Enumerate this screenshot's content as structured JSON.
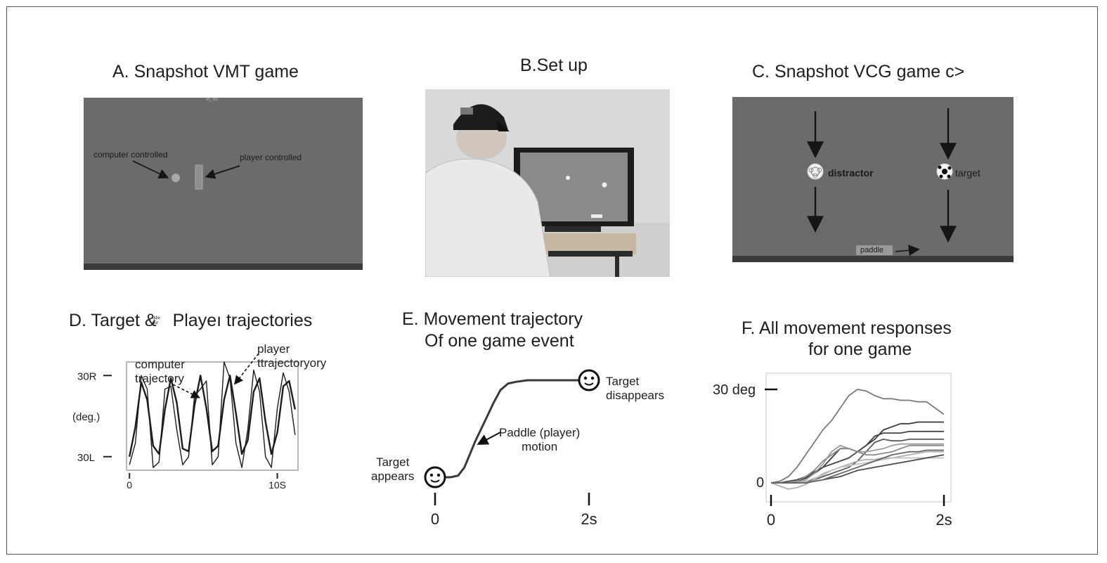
{
  "panels": {
    "a": {
      "title": "A. Snapshot VMT game",
      "tiny_label": "vt_os",
      "computer_label": "computer controlled",
      "player_label": "player controlled"
    },
    "b": {
      "title": "B.Set up"
    },
    "c": {
      "title": "C. Snapshot VCG game c>",
      "distractor_label": "distractor",
      "target_label": "target",
      "paddle_label": "paddle"
    },
    "d": {
      "title": "D. Target &",
      "title_overlay": "ddle\npor",
      "title_rest": "Playeı trajectories",
      "computer_traj_label": "computer\ntrajectory",
      "player_traj_label": "player\nttrajectoryory",
      "y_tick_top": "30R",
      "y_unit": "(deg.)",
      "y_tick_bottom": "30L",
      "x_tick_start": "0",
      "x_tick_end": "10S"
    },
    "e": {
      "title_line1": "E.  Movement trajectory",
      "title_line2": "Of one game event",
      "target_appears": "Target\nappears",
      "target_disappears": "Target\ndisappears",
      "paddle_motion": "Paddle (player)\nmotion",
      "x_tick_start": "0",
      "x_tick_end": "2s"
    },
    "f": {
      "title_line1": "F. All movement responses",
      "title_line2": "for one game",
      "y_tick_top": "30 deg",
      "y_tick_bottom": "0",
      "x_tick_start": "0",
      "x_tick_end": "2s"
    }
  },
  "colors": {
    "screen_gray": "#6b6b6b",
    "line_dark": "#2a2a2a",
    "frame": "#555555"
  },
  "chart_data": [
    {
      "type": "line",
      "panel": "D",
      "title": "D. Target & Playeı trajectories",
      "xlabel": "",
      "ylabel": "(deg.)",
      "xlim": [
        -0.2,
        11.4
      ],
      "ylim": [
        -40,
        40
      ],
      "x_ticks": [
        "0",
        "10S"
      ],
      "y_ticks": [
        "30R",
        "30L"
      ],
      "series": [
        {
          "name": "computer trajectory",
          "x": [
            0,
            0.4,
            0.8,
            1.2,
            1.6,
            2.0,
            2.4,
            2.8,
            3.2,
            3.6,
            4.0,
            4.4,
            4.8,
            5.2,
            5.6,
            6.0,
            6.4,
            6.8,
            7.2,
            7.6,
            8.0,
            8.4,
            8.8,
            9.2,
            9.6,
            10.0,
            10.4,
            10.8,
            11.2
          ],
          "values": [
            -30,
            -8,
            25,
            12,
            -22,
            -28,
            5,
            28,
            10,
            -24,
            -26,
            8,
            30,
            6,
            -26,
            -22,
            12,
            30,
            2,
            -28,
            -18,
            18,
            28,
            -4,
            -28,
            -12,
            22,
            26,
            5
          ]
        },
        {
          "name": "player trajectory",
          "x": [
            0,
            0.4,
            0.8,
            1.2,
            1.6,
            2.0,
            2.4,
            2.8,
            3.2,
            3.6,
            4.0,
            4.4,
            4.8,
            5.2,
            5.6,
            6.0,
            6.4,
            6.8,
            7.2,
            7.6,
            8.0,
            8.4,
            8.8,
            9.2,
            9.6,
            10.0,
            10.4,
            10.8,
            11.2
          ],
          "values": [
            -36,
            -20,
            30,
            20,
            -38,
            -34,
            20,
            22,
            -10,
            -36,
            -30,
            15,
            20,
            26,
            -36,
            -30,
            40,
            28,
            -20,
            -38,
            -10,
            34,
            18,
            -30,
            -38,
            6,
            32,
            18,
            -14
          ]
        }
      ]
    },
    {
      "type": "line",
      "panel": "E",
      "title": "E. Movement trajectory Of one game event",
      "xlabel": "",
      "ylabel": "",
      "xlim": [
        0,
        2
      ],
      "ylim": [
        0,
        30
      ],
      "x_ticks": [
        "0",
        "2s"
      ],
      "series": [
        {
          "name": "Paddle (player) motion",
          "x": [
            0,
            0.2,
            0.3,
            0.38,
            0.45,
            0.52,
            0.6,
            0.68,
            0.76,
            0.85,
            0.95,
            1.05,
            1.2,
            1.4,
            1.6,
            1.8,
            2.0
          ],
          "values": [
            0,
            0,
            0.5,
            3,
            7,
            11,
            15,
            19,
            23,
            27,
            29,
            29.5,
            30,
            30,
            30,
            30,
            30
          ]
        }
      ]
    },
    {
      "type": "line",
      "panel": "F",
      "title": "F. All movement responses for one game",
      "xlabel": "",
      "ylabel": "",
      "xlim": [
        0,
        2
      ],
      "ylim": [
        0,
        30
      ],
      "x_ticks": [
        "0",
        "2s"
      ],
      "y_ticks": [
        "0",
        "30 deg"
      ],
      "x": [
        0,
        0.1,
        0.2,
        0.3,
        0.4,
        0.5,
        0.6,
        0.7,
        0.8,
        0.9,
        1.0,
        1.1,
        1.2,
        1.3,
        1.4,
        1.5,
        1.6,
        1.7,
        1.8,
        1.9,
        2.0
      ],
      "series": [
        {
          "color": "#7a7a7a",
          "values": [
            0,
            0.5,
            2,
            5,
            9,
            13,
            17,
            20,
            24,
            28,
            30,
            29.5,
            28,
            27,
            27,
            26.5,
            26.5,
            26,
            26,
            24,
            22
          ]
        },
        {
          "color": "#3a3a3a",
          "values": [
            0,
            0,
            0,
            0.5,
            1.5,
            3,
            5,
            8,
            11,
            11,
            10,
            12,
            14,
            17,
            18,
            19,
            19,
            19.5,
            19.5,
            19.5,
            19.5
          ]
        },
        {
          "color": "#454545",
          "values": [
            0,
            0,
            0.5,
            1,
            2,
            3.5,
            5,
            6,
            7,
            8,
            10,
            12,
            15,
            16,
            16,
            16,
            16.5,
            16.5,
            16.5,
            16.5,
            16.5
          ]
        },
        {
          "color": "#5a5a5a",
          "values": [
            0,
            0,
            0,
            0,
            0.5,
            1,
            2,
            3,
            4,
            5,
            7,
            10,
            13,
            14,
            13.5,
            13.5,
            14,
            14,
            14,
            14,
            14
          ]
        },
        {
          "color": "#9a9a9a",
          "values": [
            0,
            0,
            0,
            0,
            1,
            3,
            6,
            10,
            12,
            11,
            10,
            10,
            10.5,
            11,
            12,
            12.5,
            12.5,
            12.5,
            12.5,
            12.5,
            12.5
          ]
        },
        {
          "color": "#8a8a8a",
          "values": [
            0,
            0,
            0,
            0.5,
            2,
            4,
            7,
            9,
            11,
            11,
            10,
            9,
            9,
            9.5,
            10,
            11,
            12,
            12,
            12,
            12,
            12
          ]
        },
        {
          "color": "#b0b0b0",
          "values": [
            0,
            -1,
            -2,
            -1.5,
            -0.5,
            1,
            3,
            4,
            5,
            6,
            7,
            7.5,
            7.5,
            8,
            8,
            8.5,
            9,
            9.5,
            10,
            10,
            10
          ]
        },
        {
          "color": "#c0c0c0",
          "values": [
            0,
            0,
            0,
            0,
            0.5,
            1.5,
            2.5,
            4,
            5,
            5.5,
            6,
            6.5,
            7,
            7.5,
            8,
            8,
            8,
            8,
            8,
            8,
            8
          ]
        },
        {
          "color": "#4a4a4a",
          "values": [
            0,
            0,
            0,
            0,
            0,
            0.5,
            1,
            1.5,
            2,
            3,
            4,
            4.5,
            5,
            5.5,
            6,
            6.5,
            7,
            7.5,
            8,
            8.5,
            9
          ]
        },
        {
          "color": "#666666",
          "values": [
            0,
            0,
            0,
            0,
            0,
            0.5,
            1,
            2,
            3,
            4,
            5,
            6,
            7,
            8,
            9,
            9.5,
            10,
            10,
            10.5,
            10.5,
            10.5
          ]
        }
      ]
    }
  ]
}
